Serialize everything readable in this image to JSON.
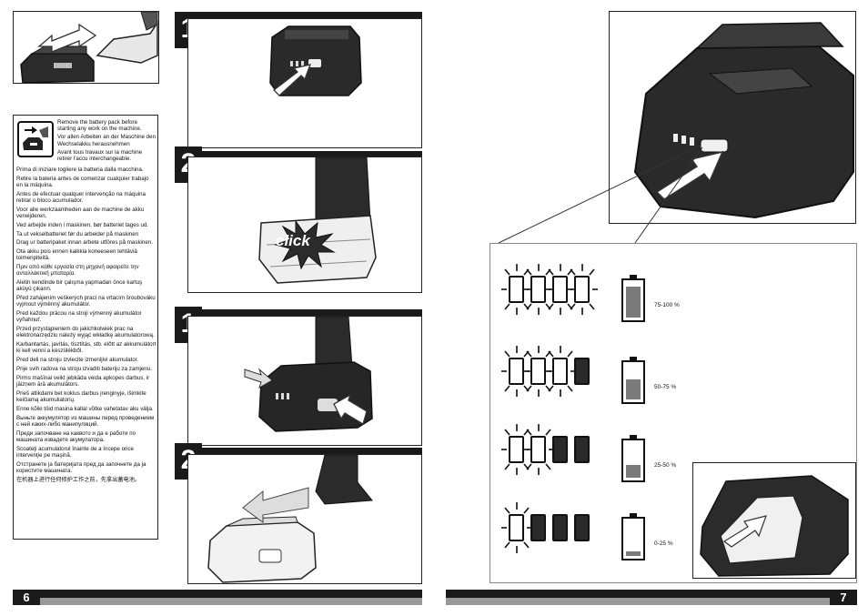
{
  "step_numbers": {
    "s1a": "1",
    "s2a": "2",
    "s1b": "1",
    "s2b": "2"
  },
  "click_label": "click",
  "instructions": {
    "english": [
      "Remove the battery pack before starting any work on the machine.",
      "Vor allen Arbeiten an der Maschine den Wechselakku herausnehmen",
      "Avant tous travaux sur la machine retirer l'accu interchangeable."
    ],
    "others": [
      "Prima di iniziare togliere la batteria dalla macchina.",
      "Retire la bateria antes de comenzar cualquier trabajo en la máquina.",
      "Antes de efectuar qualquer intervenção na máquina retirar o bloco acumulador.",
      "Voor alle werkzaamheden aan de machine de akku verwijderen.",
      "Ved arbejde inden i maskinen, bør batteriet tages ud.",
      "Ta ut vekselbatteriet før du arbeider på maskinen",
      "Drag ur batteripaket innan arbete utföres på maskinen.",
      "Ota akku pois ennen kaikkia koneeseen tehtäviä toimenpiteitä.",
      "Πριν από κάθε εργασία στη μηχανή αφαιρείτε την ανταλλακτική μπαταρία.",
      "Aletin kendinde bir çalışma yapmadan önce kartuş aküyü çıkarın.",
      "Před zahájením veškerých prací na vrtacím šroubováku vyjmout výměnný akumulátor.",
      "Pred každou prácou na stroji výmenný akumulátor vyňahnuť.",
      "Przed przystąpieniem do jakichkolwiek prac na elektronarzędziu należy wyjąć wkładkę akumulatorową.",
      "Karbantartás, javítás, tisztítás, stb. előtt az akkumulátort ki kell venni a készülékből.",
      "Pred deli na stroju izvlecite izmenljivi akumulator.",
      "Prije svih radova na stroju izvaditi bateriju za zamjenu.",
      "Pirms mašīnai veikt jebkāda veida apkopes darbus, ir jāizņem ārā akumulātors.",
      "Prieš atlikdami bet kokius darbus įrenginyje, išimkite keičiamą akumuliatorių.",
      "Enne kõiki töid masina kallal võtke vahetatav aku välja.",
      "Выньте аккумулятор из машины перед проведением с ней каких-либо манипуляций.",
      "Преди започване на каквото и да е работи по машината извадете акумулатора.",
      "Scoateţi acumulatorul înainte de a începe orice intervenţie pe maşină.",
      "Отстранете ја батеријата пред да започнете да ја користите машината.",
      "在机器上进行任何修护工作之前，先拿出蓄电池。"
    ]
  },
  "charge_levels": [
    {
      "label": "75-100 %",
      "leds_on": 4,
      "fill_fraction": 0.85
    },
    {
      "label": "50-75 %",
      "leds_on": 3,
      "fill_fraction": 0.55
    },
    {
      "label": "25-50 %",
      "leds_on": 2,
      "fill_fraction": 0.35
    },
    {
      "label": "0-25 %",
      "leds_on": 1,
      "fill_fraction": 0.12
    }
  ],
  "page_numbers": {
    "left": "6",
    "right": "7"
  },
  "icons": {
    "swap_arrows": "double-headed-arrow-icon",
    "press_arrow": "push-arrow-icon",
    "slide_arrow": "slide-arrow-icon",
    "warning": "battery-removal-warning-icon",
    "burst": "click-burst-icon"
  },
  "colors": {
    "ink": "#1a1a1a",
    "footer_grey": "#999999",
    "fill_grey": "#7a7a7a"
  }
}
